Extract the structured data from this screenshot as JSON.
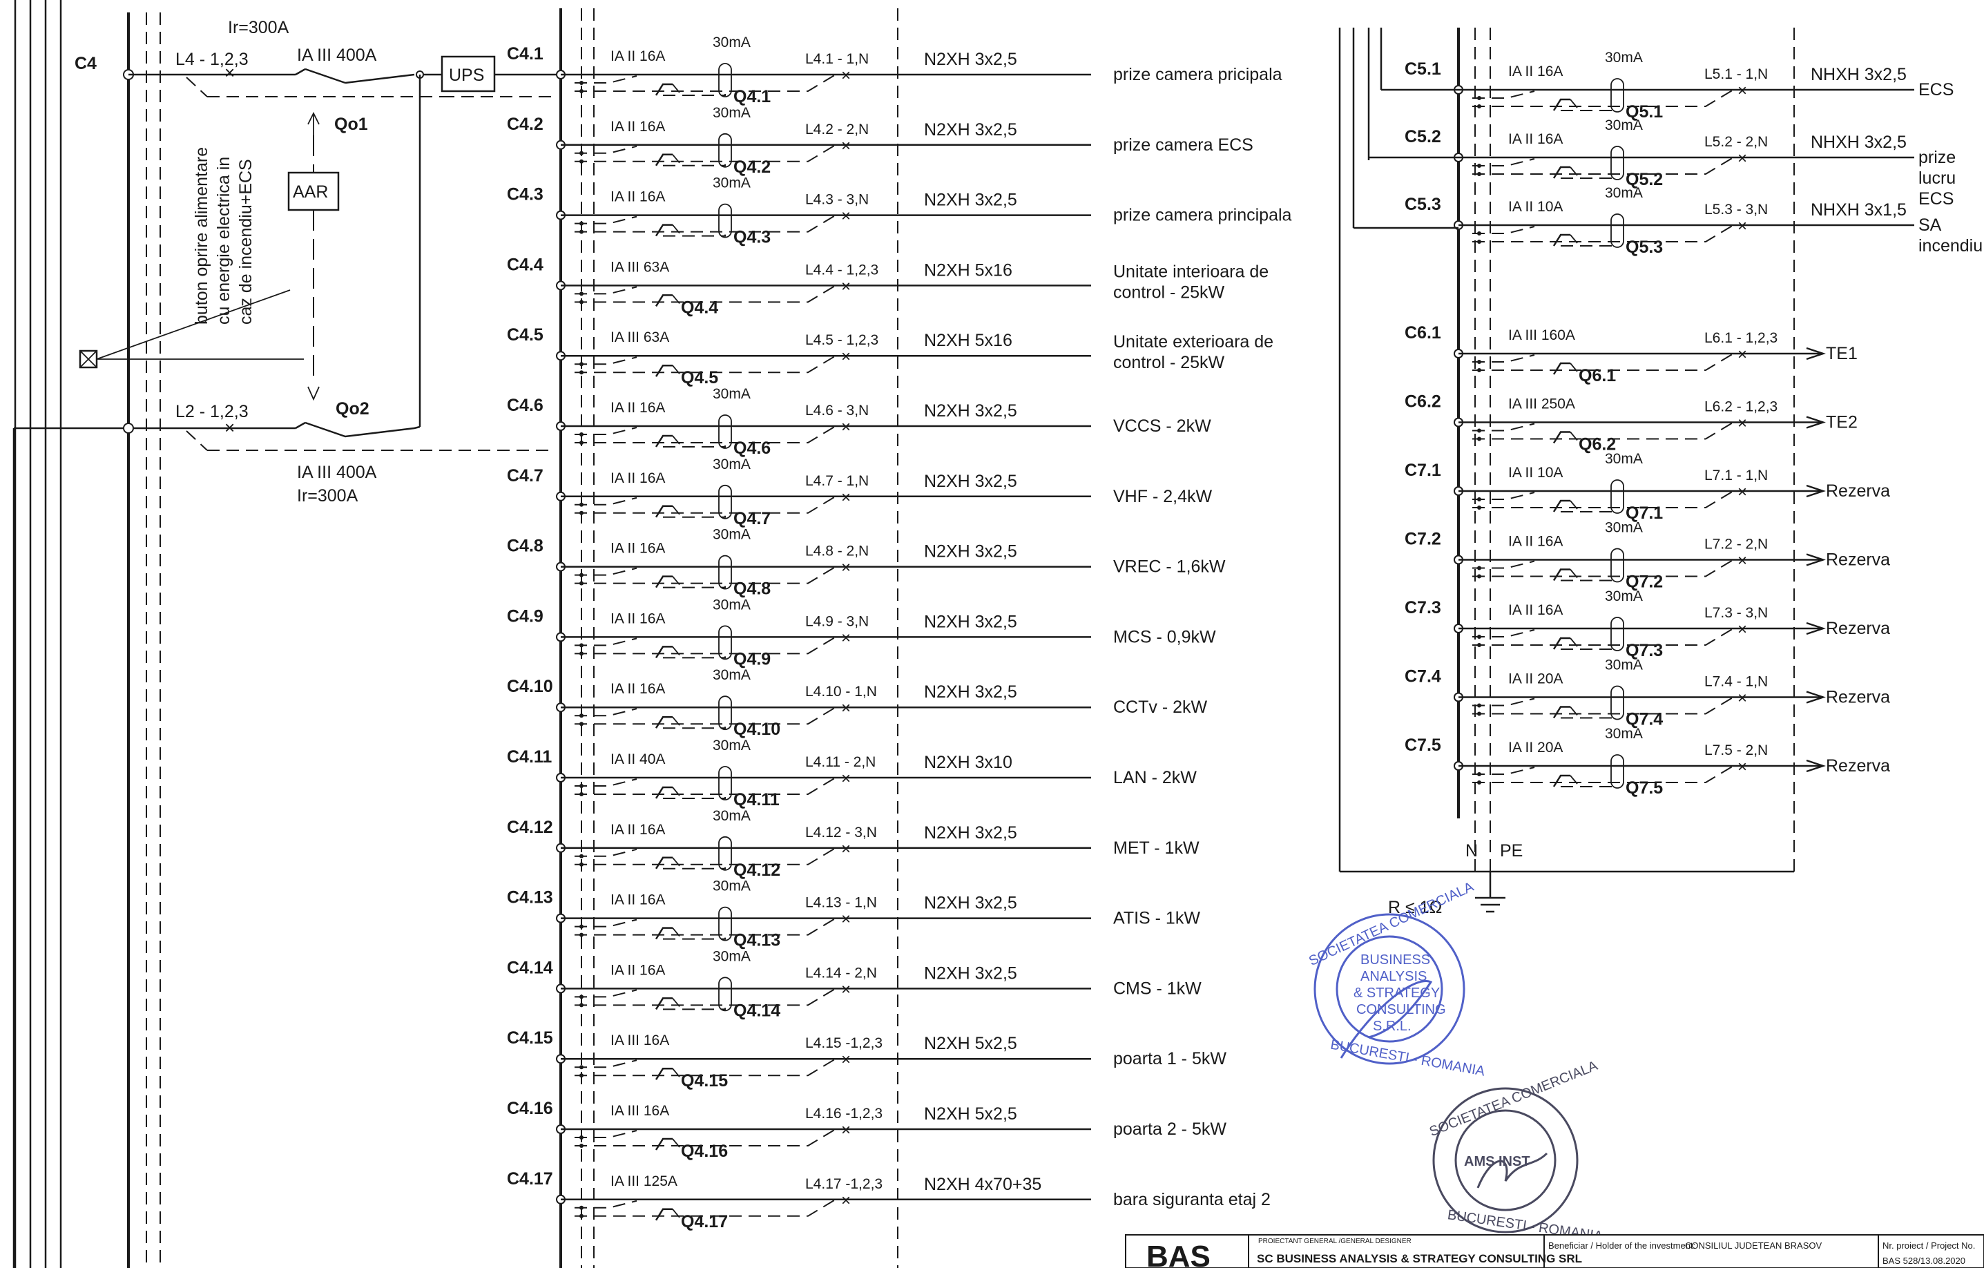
{
  "incomer": {
    "bus_label": "C4",
    "line1_label": "L4 - 1,2,3",
    "line1_ir": "Ir=300A",
    "line1_breaker": "IA III 400A",
    "qo1": "Qo1",
    "aar": "AAR",
    "ups": "UPS",
    "line2_label": "L2 - 1,2,3",
    "qo2": "Qo2",
    "line2_breaker": "IA III 400A",
    "line2_ir": "Ir=300A",
    "emergency_note": [
      "buton oprire alimentare",
      "cu energie electrica in",
      "caz de incendiu+ECS"
    ]
  },
  "left_circuits": [
    {
      "id": "C4.1",
      "breaker": "IA II 16A",
      "rcd": "30mA",
      "q": "Q4.1",
      "line": "L4.1 - 1,N",
      "cable": "N2XH 3x2,5",
      "load": [
        "prize camera pricipala"
      ]
    },
    {
      "id": "C4.2",
      "breaker": "IA II 16A",
      "rcd": "30mA",
      "q": "Q4.2",
      "line": "L4.2 - 2,N",
      "cable": "N2XH 3x2,5",
      "load": [
        "prize camera ECS"
      ]
    },
    {
      "id": "C4.3",
      "breaker": "IA II 16A",
      "rcd": "30mA",
      "q": "Q4.3",
      "line": "L4.3 - 3,N",
      "cable": "N2XH 3x2,5",
      "load": [
        "prize camera principala"
      ]
    },
    {
      "id": "C4.4",
      "breaker": "IA III 63A",
      "rcd": "",
      "q": "Q4.4",
      "line": "L4.4 - 1,2,3",
      "cable": "N2XH 5x16",
      "load": [
        "Unitate interioara de",
        "control - 25kW"
      ]
    },
    {
      "id": "C4.5",
      "breaker": "IA III 63A",
      "rcd": "",
      "q": "Q4.5",
      "line": "L4.5 - 1,2,3",
      "cable": "N2XH 5x16",
      "load": [
        "Unitate exterioara de",
        "control - 25kW"
      ]
    },
    {
      "id": "C4.6",
      "breaker": "IA II 16A",
      "rcd": "30mA",
      "q": "Q4.6",
      "line": "L4.6 - 3,N",
      "cable": "N2XH 3x2,5",
      "load": [
        "VCCS - 2kW"
      ]
    },
    {
      "id": "C4.7",
      "breaker": "IA II 16A",
      "rcd": "30mA",
      "q": "Q4.7",
      "line": "L4.7 - 1,N",
      "cable": "N2XH 3x2,5",
      "load": [
        "VHF - 2,4kW"
      ]
    },
    {
      "id": "C4.8",
      "breaker": "IA II 16A",
      "rcd": "30mA",
      "q": "Q4.8",
      "line": "L4.8 - 2,N",
      "cable": "N2XH 3x2,5",
      "load": [
        "VREC - 1,6kW"
      ]
    },
    {
      "id": "C4.9",
      "breaker": "IA II 16A",
      "rcd": "30mA",
      "q": "Q4.9",
      "line": "L4.9 - 3,N",
      "cable": "N2XH 3x2,5",
      "load": [
        "MCS - 0,9kW"
      ]
    },
    {
      "id": "C4.10",
      "breaker": "IA II 16A",
      "rcd": "30mA",
      "q": "Q4.10",
      "line": "L4.10 - 1,N",
      "cable": "N2XH 3x2,5",
      "load": [
        "CCTv - 2kW"
      ]
    },
    {
      "id": "C4.11",
      "breaker": "IA II 40A",
      "rcd": "30mA",
      "q": "Q4.11",
      "line": "L4.11 - 2,N",
      "cable": "N2XH 3x10",
      "load": [
        "LAN - 2kW"
      ]
    },
    {
      "id": "C4.12",
      "breaker": "IA II 16A",
      "rcd": "30mA",
      "q": "Q4.12",
      "line": "L4.12 - 3,N",
      "cable": "N2XH 3x2,5",
      "load": [
        "MET - 1kW"
      ]
    },
    {
      "id": "C4.13",
      "breaker": "IA II 16A",
      "rcd": "30mA",
      "q": "Q4.13",
      "line": "L4.13 - 1,N",
      "cable": "N2XH 3x2,5",
      "load": [
        "ATIS - 1kW"
      ]
    },
    {
      "id": "C4.14",
      "breaker": "IA II 16A",
      "rcd": "30mA",
      "q": "Q4.14",
      "line": "L4.14 - 2,N",
      "cable": "N2XH 3x2,5",
      "load": [
        "CMS - 1kW"
      ]
    },
    {
      "id": "C4.15",
      "breaker": "IA III 16A",
      "rcd": "",
      "q": "Q4.15",
      "line": "L4.15 -1,2,3",
      "cable": "N2XH 5x2,5",
      "load": [
        "poarta 1 - 5kW"
      ]
    },
    {
      "id": "C4.16",
      "breaker": "IA III 16A",
      "rcd": "",
      "q": "Q4.16",
      "line": "L4.16 -1,2,3",
      "cable": "N2XH 5x2,5",
      "load": [
        "poarta 2 - 5kW"
      ]
    },
    {
      "id": "C4.17",
      "breaker": "IA III 125A",
      "rcd": "",
      "q": "Q4.17",
      "line": "L4.17 -1,2,3",
      "cable": "N2XH 4x70+35",
      "load": [
        "bara siguranta etaj 2"
      ]
    }
  ],
  "right_circuits": [
    {
      "id": "C5.1",
      "breaker": "IA II 16A",
      "rcd": "30mA",
      "q": "Q5.1",
      "line": "L5.1 - 1,N",
      "cable": "NHXH 3x2,5",
      "load": [
        "ECS"
      ],
      "arrow": false
    },
    {
      "id": "C5.2",
      "breaker": "IA II 16A",
      "rcd": "30mA",
      "q": "Q5.2",
      "line": "L5.2 - 2,N",
      "cable": "NHXH 3x2,5",
      "load": [
        "prize",
        "lucru",
        "ECS"
      ],
      "arrow": false
    },
    {
      "id": "C5.3",
      "breaker": "IA II 10A",
      "rcd": "30mA",
      "q": "Q5.3",
      "line": "L5.3 - 3,N",
      "cable": "NHXH 3x1,5",
      "load": [
        "SA",
        "incendiu"
      ],
      "arrow": false
    },
    {
      "id": "C6.1",
      "breaker": "IA III 160A",
      "rcd": "",
      "q": "Q6.1",
      "line": "L6.1 - 1,2,3",
      "cable": "",
      "load": [
        "TE1"
      ],
      "arrow": true
    },
    {
      "id": "C6.2",
      "breaker": "IA III 250A",
      "rcd": "",
      "q": "Q6.2",
      "line": "L6.2 - 1,2,3",
      "cable": "",
      "load": [
        "TE2"
      ],
      "arrow": true
    },
    {
      "id": "C7.1",
      "breaker": "IA II 10A",
      "rcd": "30mA",
      "q": "Q7.1",
      "line": "L7.1 - 1,N",
      "cable": "",
      "load": [
        "Rezerva"
      ],
      "arrow": true
    },
    {
      "id": "C7.2",
      "breaker": "IA II 16A",
      "rcd": "30mA",
      "q": "Q7.2",
      "line": "L7.2 - 2,N",
      "cable": "",
      "load": [
        "Rezerva"
      ],
      "arrow": true
    },
    {
      "id": "C7.3",
      "breaker": "IA II 16A",
      "rcd": "30mA",
      "q": "Q7.3",
      "line": "L7.3 - 3,N",
      "cable": "",
      "load": [
        "Rezerva"
      ],
      "arrow": true
    },
    {
      "id": "C7.4",
      "breaker": "IA II 20A",
      "rcd": "30mA",
      "q": "Q7.4",
      "line": "L7.4 - 1,N",
      "cable": "",
      "load": [
        "Rezerva"
      ],
      "arrow": true
    },
    {
      "id": "C7.5",
      "breaker": "IA II 20A",
      "rcd": "30mA",
      "q": "Q7.5",
      "line": "L7.5 - 2,N",
      "cable": "",
      "load": [
        "Rezerva"
      ],
      "arrow": true
    }
  ],
  "bus_right": {
    "n": "N",
    "pe": "PE",
    "earth": "R ≤ 1Ω"
  },
  "stamps": [
    {
      "ring": [
        "SOCIETATEA COMERCIALA",
        "BUCURESTI - ROMANIA"
      ],
      "center": [
        "BUSINESS",
        "ANALYSIS",
        "& STRATEGY",
        "CONSULTING",
        "S.R.L."
      ],
      "color": "#5060c8"
    },
    {
      "ring": [
        "SOCIETATEA COMERCIALA",
        "BUCURESTI - ROMANIA"
      ],
      "center": [
        "AMS INST"
      ],
      "color": "#4a4a60"
    }
  ],
  "title_block": {
    "logo": "BAS",
    "designer_caption": "PROIECTANT GENERAL /GENERAL DESIGNER",
    "designer_name": "SC BUSINESS ANALYSIS & STRATEGY  CONSULTING SRL",
    "beneficiary_caption": "Beneficiar / Holder of the investment:",
    "beneficiary_name": "CONSILIUL JUDETEAN BRASOV",
    "project_caption": "Nr. proiect / Project No.",
    "project_no": "BAS 528/13.08.2020"
  }
}
